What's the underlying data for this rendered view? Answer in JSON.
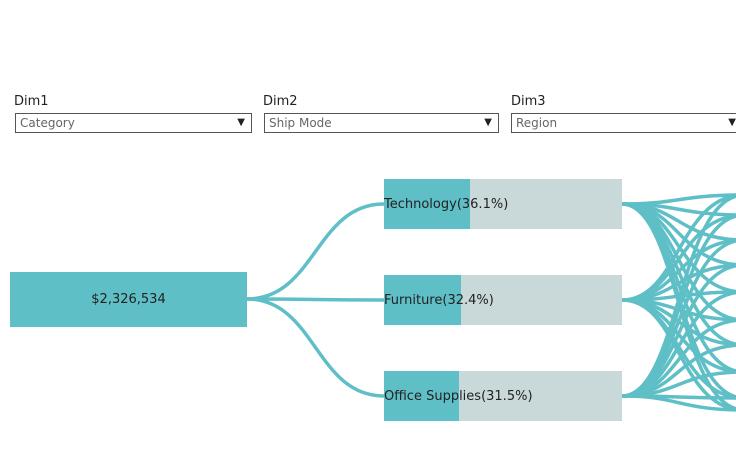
{
  "filters": [
    {
      "label": "Dim1",
      "value": "Category"
    },
    {
      "label": "Dim2",
      "value": "Ship Mode"
    },
    {
      "label": "Dim3",
      "value": "Region"
    }
  ],
  "root": {
    "value": "$2,326,534"
  },
  "nodes": [
    {
      "label": "Technology(36.1%)",
      "share": 0.361
    },
    {
      "label": "Furniture(32.4%)",
      "share": 0.324
    },
    {
      "label": "Office Supplies(31.5%)",
      "share": 0.315
    }
  ],
  "colors": {
    "accent": "#5fbfc6",
    "track": "#c9d8d9",
    "link": "#5fbfc6"
  },
  "icons": {
    "dropdown": "caret-down-icon"
  }
}
